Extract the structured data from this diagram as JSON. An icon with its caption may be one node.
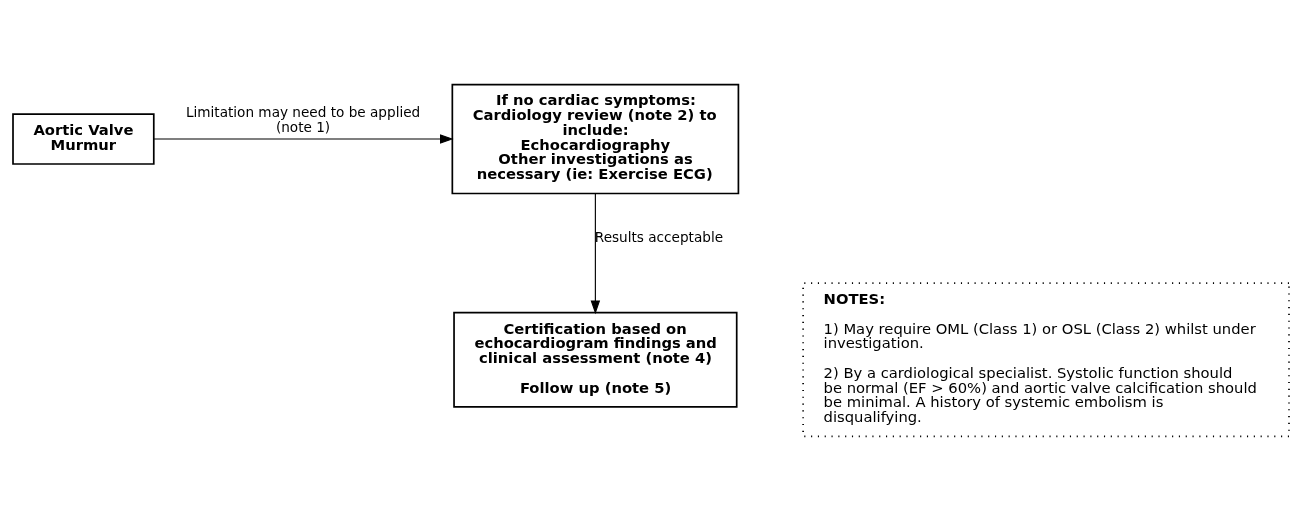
{
  "diagram": {
    "nodes": [
      {
        "text": [
          "Aortic Valve Murmur"
        ]
      },
      {
        "text": [
          "If no cardiac symptoms: Cardiology review (note 2) to include:",
          "Echocardiography",
          "Other investigations as necessary (ie: Exercise ECG)"
        ]
      },
      {
        "text": [
          "NOTES:",
          "1) May require OML (Class 1) or OSL (Class 2) whilst under investigation.",
          "2) By a cardiological specialist. Systolic function should be normal (EF > 60%) and aortic valve calcification should be minimal. A history of systemic embolism is disqualifying."
        ]
      },
      {
        "text": [
          "Certification based on echocardiogram findings and clinical assessment (note 4)",
          "Follow up (note 5)"
        ]
      }
    ],
    "edges": [
      {
        "from": 0,
        "to": 1,
        "arrow": "to",
        "label": "Limitation may need to be applied (note 1)"
      },
      {
        "from": 1,
        "to": 3,
        "arrow": "to",
        "label": "Results acceptable"
      }
    ]
  }
}
